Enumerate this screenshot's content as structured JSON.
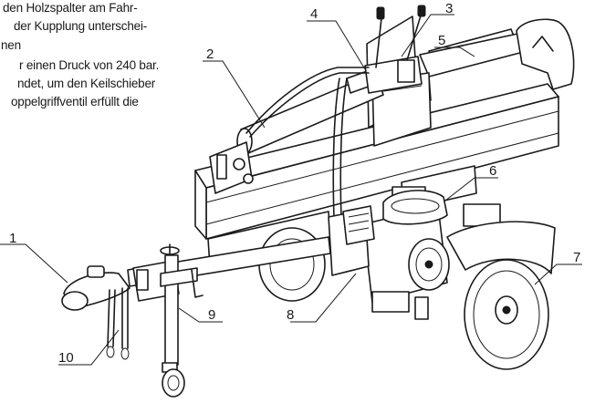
{
  "text": {
    "line1": "den Holzspalter am Fahr-",
    "line2": "der Kupplung unterschei-",
    "line3": "nen",
    "line4": "r einen Druck von 240 bar.",
    "line5": "ndet, um den Keilschieber",
    "line6": "oppelgriffventil erfüllt die"
  },
  "callouts": [
    {
      "number": "1"
    },
    {
      "number": "2"
    },
    {
      "number": "3"
    },
    {
      "number": "4"
    },
    {
      "number": "5"
    },
    {
      "number": "6"
    },
    {
      "number": "7"
    },
    {
      "number": "8"
    },
    {
      "number": "9"
    },
    {
      "number": "10"
    }
  ]
}
